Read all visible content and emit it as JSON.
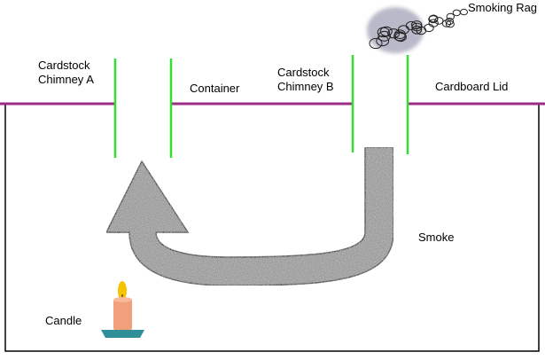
{
  "labels": {
    "chimney_a": [
      "Cardstock",
      "Chimney A"
    ],
    "container": "Container",
    "chimney_b": [
      "Cardstock",
      "Chimney B"
    ],
    "cardboard_lid": "Cardboard Lid",
    "smoking_rag": "Smoking Rag",
    "smoke": "Smoke",
    "candle": "Candle"
  },
  "colors": {
    "lid": "#9b2d86",
    "chimney": "#33dd33",
    "smoke_fill": "#9a9a9a",
    "smoke_outline": "#444444",
    "container_outline": "#000000",
    "candle_body": "#f2a07c",
    "candle_dish": "#2f8f98",
    "flame": "#f5c400"
  }
}
